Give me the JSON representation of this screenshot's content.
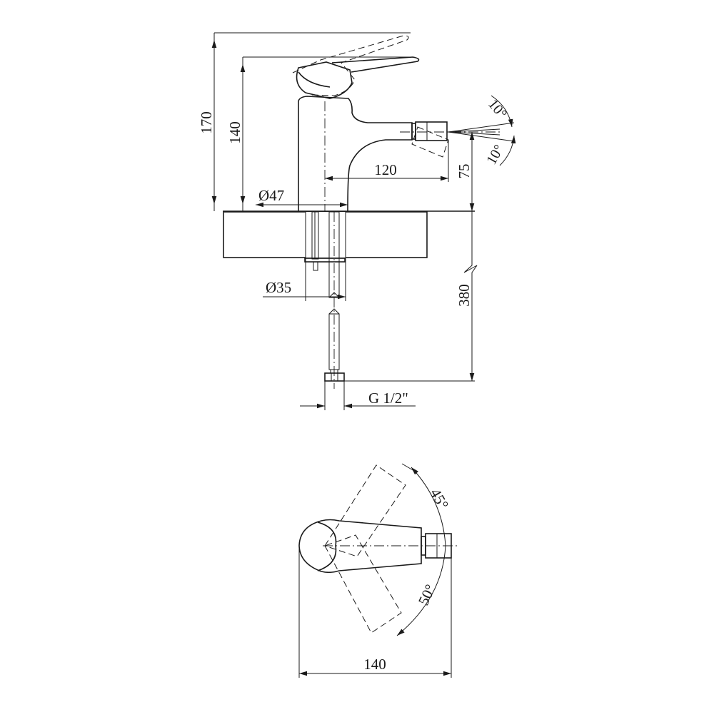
{
  "side_view": {
    "dimensions": {
      "total_height": "170",
      "body_height": "140",
      "spout_reach": "120",
      "spout_height": "75",
      "body_diameter": "Ø47",
      "hole_diameter": "Ø35",
      "hose_length": "380",
      "connection_thread": "G 1/2\"",
      "tilt_up": "10°",
      "tilt_down": "10°"
    }
  },
  "top_view": {
    "dimensions": {
      "width": "140",
      "rotate_back": "45°",
      "rotate_front": "50°"
    }
  }
}
